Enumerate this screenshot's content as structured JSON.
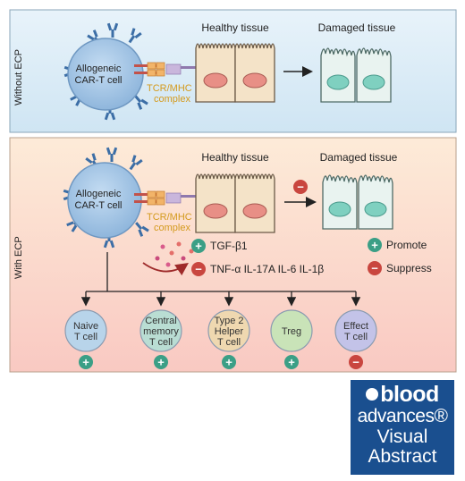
{
  "panel_top": {
    "side_label": "Without ECP",
    "cell_label_line1": "Allogeneic",
    "cell_label_line2": "CAR-T cell",
    "complex_line1": "TCR/MHC",
    "complex_line2": "complex",
    "healthy_label": "Healthy tissue",
    "damaged_label": "Damaged tissue"
  },
  "panel_bottom": {
    "side_label": "With ECP",
    "cell_label_line1": "Allogeneic",
    "cell_label_line2": "CAR-T cell",
    "complex_line1": "TCR/MHC",
    "complex_line2": "complex",
    "healthy_label": "Healthy tissue",
    "damaged_label": "Damaged tissue",
    "cytokine_up": "TGF-β1",
    "cytokine_down": "TNF-α IL-17A IL-6 IL-1β",
    "legend": {
      "promote": "Promote",
      "suppress": "Suppress"
    },
    "subsets": [
      {
        "line1": "Naive",
        "line2": "T cell",
        "line3": "",
        "effect": "promote",
        "color": "#b8d4ea"
      },
      {
        "line1": "Central",
        "line2": "memory",
        "line3": "T cell",
        "effect": "promote",
        "color": "#b9ddd3"
      },
      {
        "line1": "Type 2",
        "line2": "Helper",
        "line3": "T cell",
        "effect": "promote",
        "color": "#efd8b0"
      },
      {
        "line1": "Treg",
        "line2": "",
        "line3": "",
        "effect": "promote",
        "color": "#c9e3b8"
      },
      {
        "line1": "Effect",
        "line2": "T cell",
        "line3": "",
        "effect": "suppress",
        "color": "#c3c3e8"
      }
    ]
  },
  "symbols": {
    "plus": "+",
    "minus": "−"
  },
  "colors": {
    "promote": "#3b9f86",
    "suppress": "#c9463f",
    "top_panel_bg": "#d7eaf6",
    "bottom_panel_bg": "#fbe3cf",
    "tcr": "#e8a93a",
    "logo_bg": "#1a4f8f"
  },
  "logo": {
    "line1": "blood",
    "line2": "advances®",
    "line3": "Visual",
    "line4": "Abstract"
  }
}
